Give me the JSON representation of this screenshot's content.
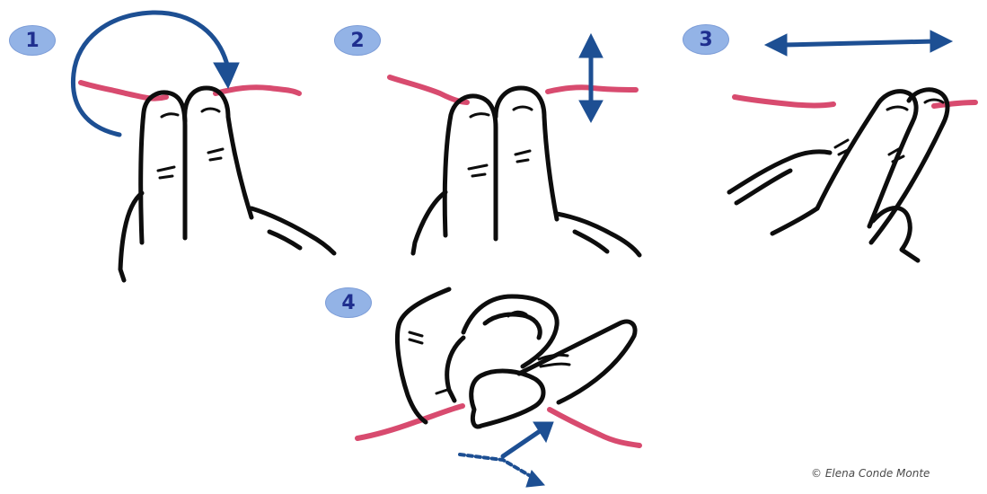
{
  "steps": [
    {
      "number": "1"
    },
    {
      "number": "2"
    },
    {
      "number": "3"
    },
    {
      "number": "4"
    }
  ],
  "credit": "© Elena Conde Monte",
  "colors": {
    "badge_fill": "#93b3e6",
    "badge_text": "#1f2f8f",
    "yarn": "#d84b6f",
    "arrow": "#1d4f93",
    "ink": "#0d0d0d"
  },
  "icons": {
    "step_1": [
      "circular-arrow-icon",
      "two-fingers-icon",
      "yarn-strand"
    ],
    "step_2": [
      "vertical-double-arrow-icon",
      "two-fingers-icon",
      "yarn-strand"
    ],
    "step_3": [
      "horizontal-double-arrow-icon",
      "tilted-fingers-icon",
      "yarn-strand"
    ],
    "step_4": [
      "diagonal-arrow-icon",
      "pinching-fingers-icon",
      "yarn-strand"
    ]
  }
}
